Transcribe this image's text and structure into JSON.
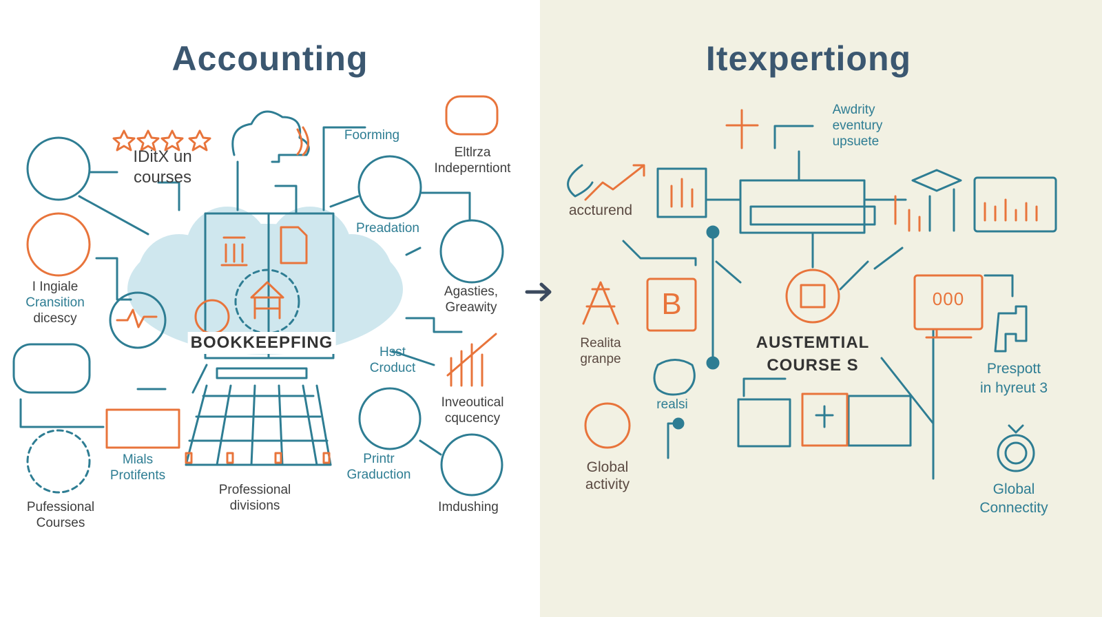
{
  "colors": {
    "teal": "#2e7d93",
    "orange": "#e8743b",
    "navy": "#3b5770",
    "right_bg": "#f2f1e3",
    "cloud": "#cfe7ee"
  },
  "left": {
    "title": "Accounting",
    "labels": {
      "courses": [
        "IDitX un",
        "courses"
      ],
      "foorming": "Foorming",
      "independent": [
        "Eltlrza",
        "Indeperntiont"
      ],
      "preadation": "Preadation",
      "transition": [
        "I Ingiale",
        "Cransition",
        "dicescy"
      ],
      "agasties": [
        "Agasties,",
        "Greawity"
      ],
      "bookkeeping": "BOOKKEEPFING",
      "product": [
        "Hsst",
        "Croduct"
      ],
      "frequency": [
        "Inveoutical",
        "cqucency"
      ],
      "mials": [
        "Mials",
        "Protifents"
      ],
      "graduction": [
        "Printr",
        "Graduction"
      ],
      "divisions": [
        "Professional",
        "divisions"
      ],
      "pro_courses": [
        "Pufessional",
        "Courses"
      ],
      "imdushing": "Imdushing"
    }
  },
  "right": {
    "title": "Itexpertiong",
    "labels": {
      "awdrity": [
        "Awdrity",
        "eventury",
        "upsuete"
      ],
      "accturend": "accturend",
      "realita": [
        "Realita",
        "granpe"
      ],
      "austemtial": [
        "AUSTEMTIAL",
        "COURSE S"
      ],
      "realsi": "realsi",
      "prespott": [
        "Prespott",
        "in hyreut 3"
      ],
      "global_activity": [
        "Global",
        "activity"
      ],
      "global_connectity": [
        "Global",
        "Connectity"
      ]
    },
    "b_badge": "B",
    "monitor_digits": "000"
  }
}
